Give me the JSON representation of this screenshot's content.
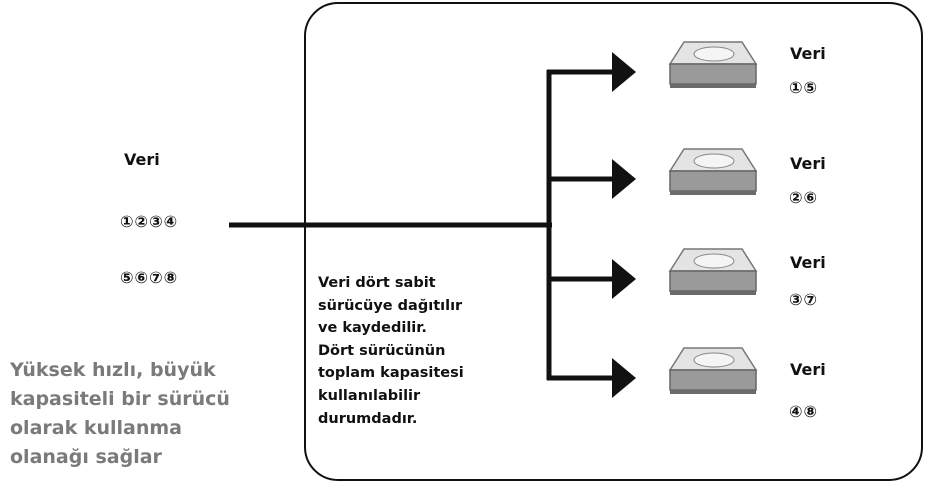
{
  "source": {
    "label": "Veri",
    "numbers_line1": "①②③④",
    "numbers_line2": "⑤⑥⑦⑧"
  },
  "description": "Veri dört sabit\nsürücüye dağıtılır\nve kaydedilir.\nDört sürücünün\ntoplam kapasitesi\nkullanılabilir\ndurumdadır.",
  "tagline": "Yüksek hızlı, büyük\nkapasiteli bir sürücü\nolarak kullanma\nolanağı sağlar",
  "drives": [
    {
      "label": "Veri",
      "numbers": "①⑤"
    },
    {
      "label": "Veri",
      "numbers": "②⑥"
    },
    {
      "label": "Veri",
      "numbers": "③⑦"
    },
    {
      "label": "Veri",
      "numbers": "④⑧"
    }
  ],
  "colors": {
    "line": "#111111",
    "tagline": "#7a7a7a",
    "drive_body": "#c8c8c8"
  },
  "icons": [
    "hard-drive-icon",
    "arrow-right-icon"
  ]
}
